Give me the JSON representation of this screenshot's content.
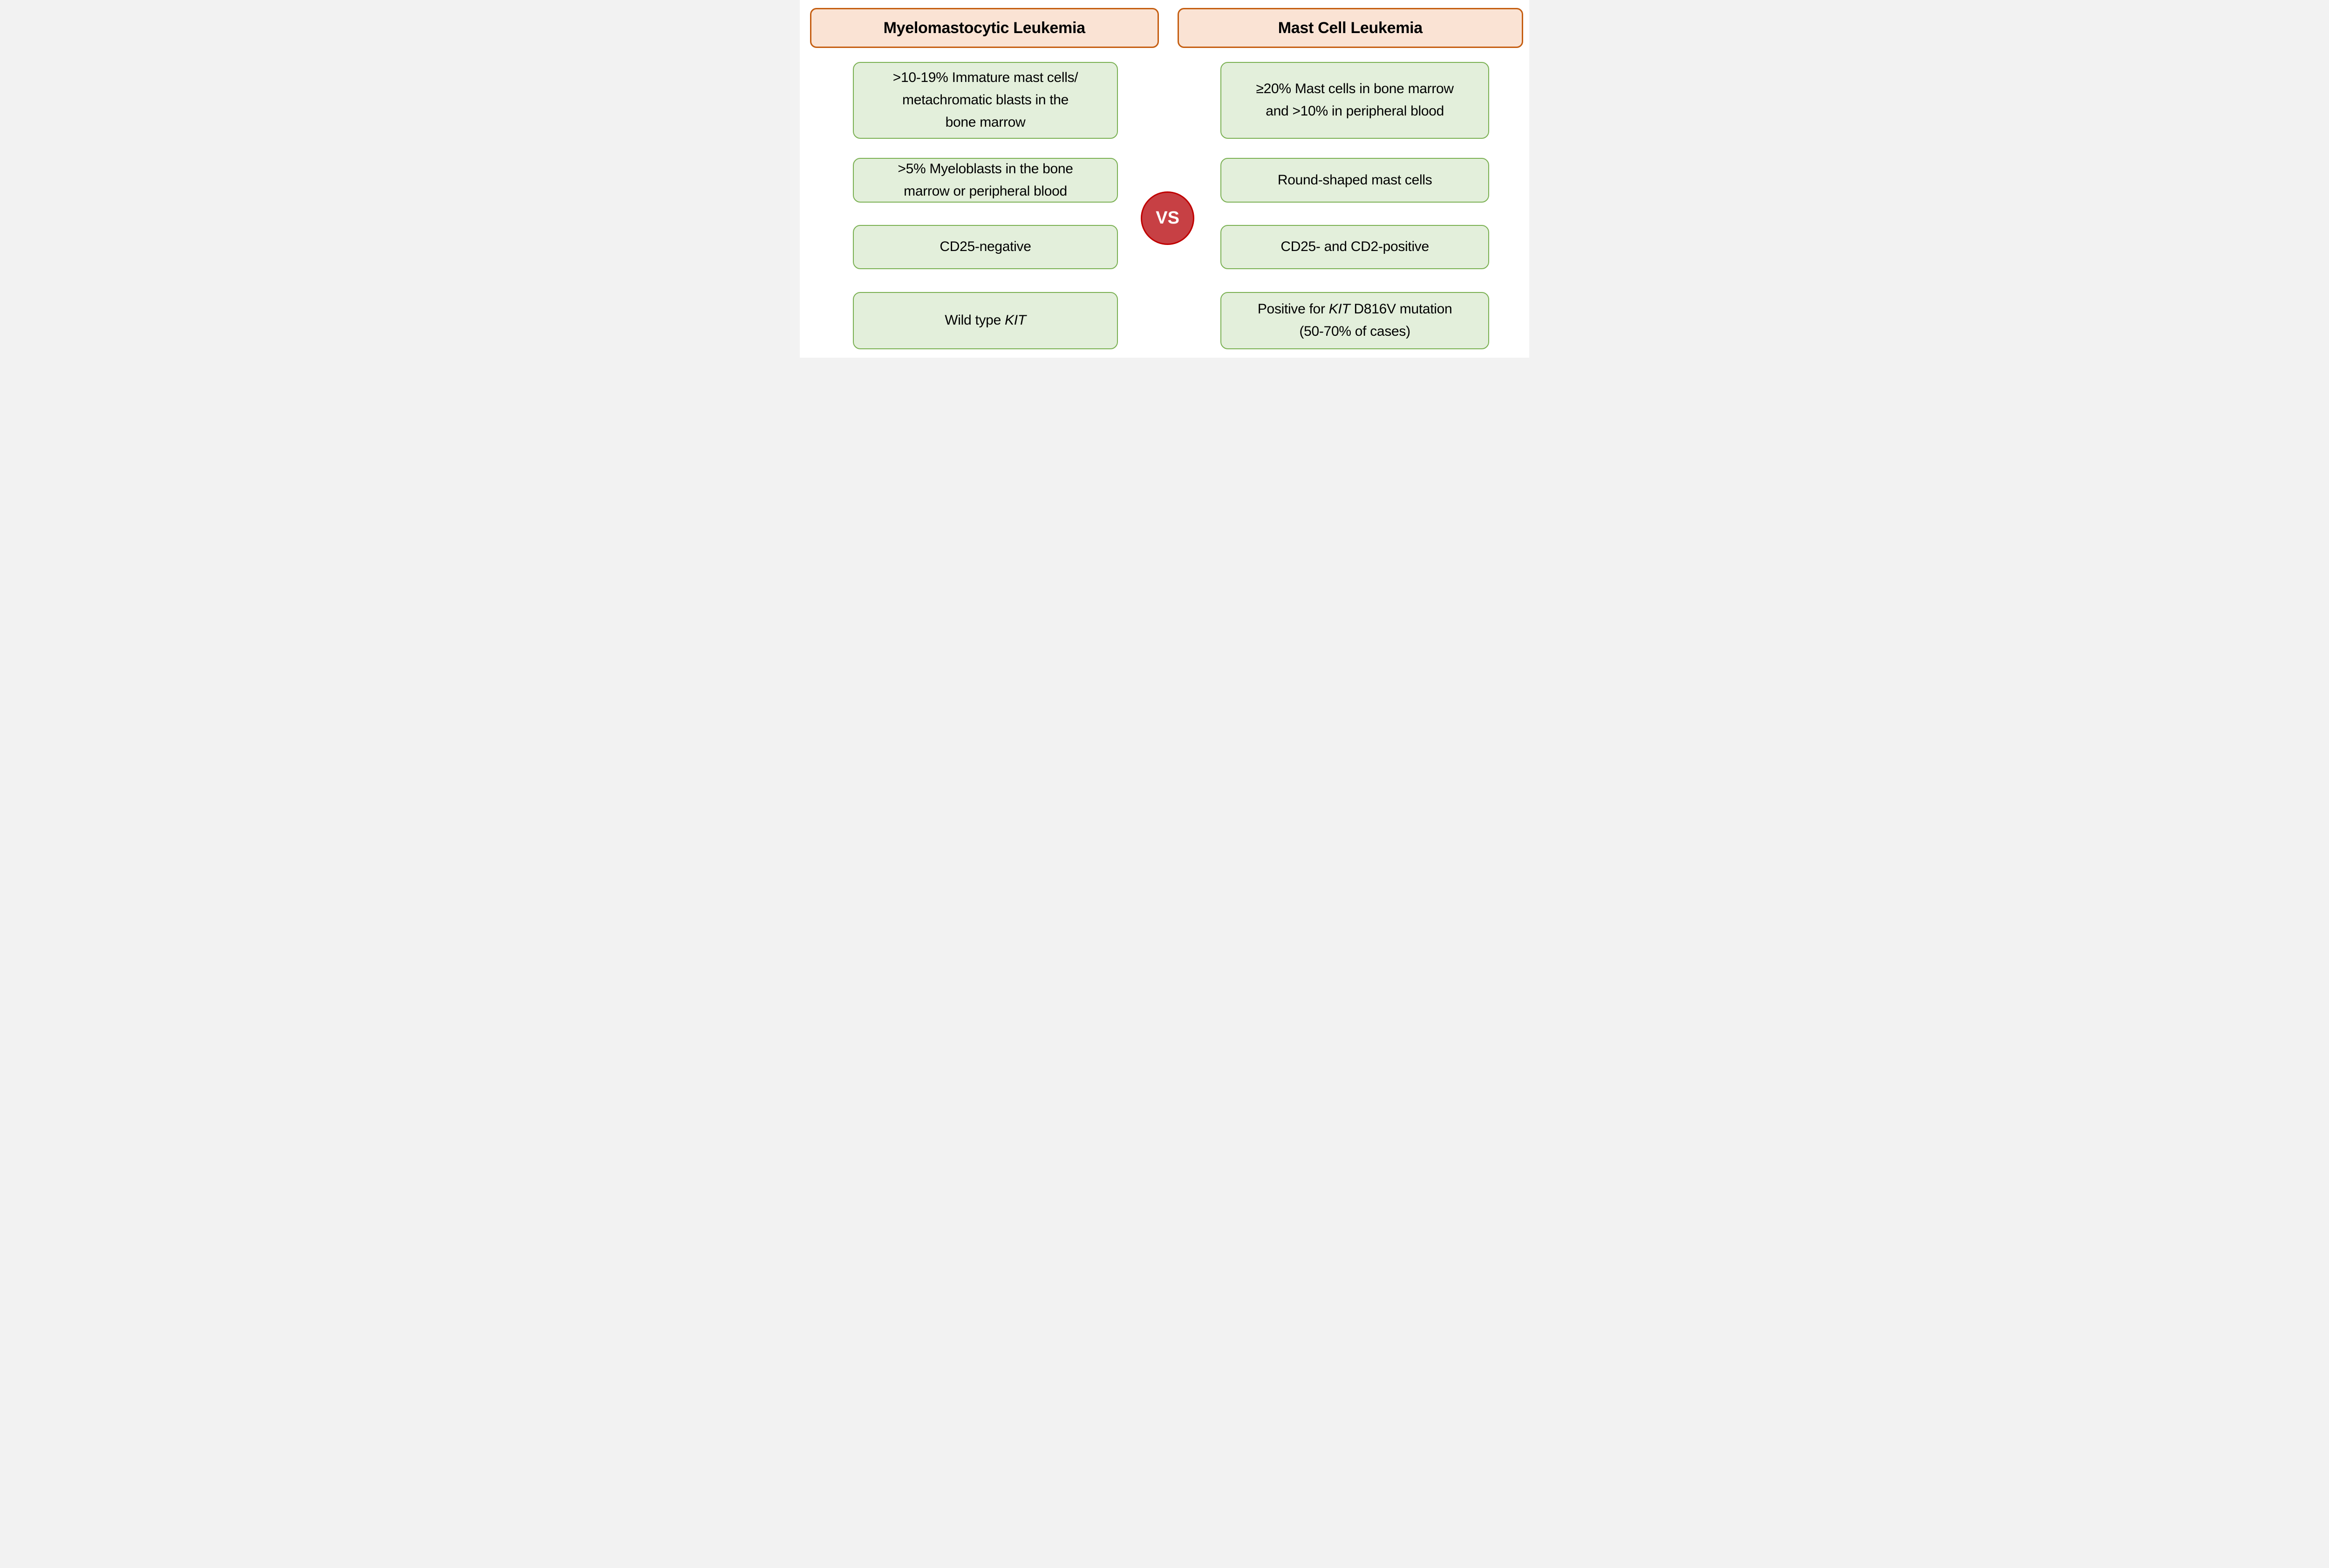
{
  "colors": {
    "header_fill": "#fae3d4",
    "header_border": "#c55e11",
    "item_fill": "#e3efdb",
    "item_border": "#7ab052",
    "vs_fill": "#c74044",
    "vs_border": "#c00000",
    "vs_text": "#ffffff",
    "text": "#000000",
    "page_bg": "#ffffff"
  },
  "left_column": {
    "header": "Myelomastocytic Leukemia",
    "items": [
      {
        "lines": [
          [
            {
              "t": ">10-19% Immature mast cells/"
            }
          ],
          [
            {
              "t": "metachromatic blasts in the"
            }
          ],
          [
            {
              "t": "bone marrow"
            }
          ]
        ]
      },
      {
        "lines": [
          [
            {
              "t": ">5% Myeloblasts in the bone"
            }
          ],
          [
            {
              "t": "marrow or peripheral blood"
            }
          ]
        ]
      },
      {
        "lines": [
          [
            {
              "t": "CD25-negative"
            }
          ]
        ]
      },
      {
        "lines": [
          [
            {
              "t": "Wild type "
            },
            {
              "t": "KIT",
              "i": true
            }
          ]
        ]
      }
    ]
  },
  "right_column": {
    "header": "Mast Cell Leukemia",
    "items": [
      {
        "lines": [
          [
            {
              "t": "≥20% Mast cells in bone marrow"
            }
          ],
          [
            {
              "t": "and >10% in peripheral blood"
            }
          ]
        ]
      },
      {
        "lines": [
          [
            {
              "t": "Round-shaped mast cells"
            }
          ]
        ]
      },
      {
        "lines": [
          [
            {
              "t": "CD25- and CD2-positive"
            }
          ]
        ]
      },
      {
        "lines": [
          [
            {
              "t": "Positive for "
            },
            {
              "t": "KIT",
              "i": true
            },
            {
              "t": " D816V mutation"
            }
          ],
          [
            {
              "t": "(50-70% of cases)"
            }
          ]
        ]
      }
    ]
  },
  "vs_badge": {
    "label": "VS"
  }
}
